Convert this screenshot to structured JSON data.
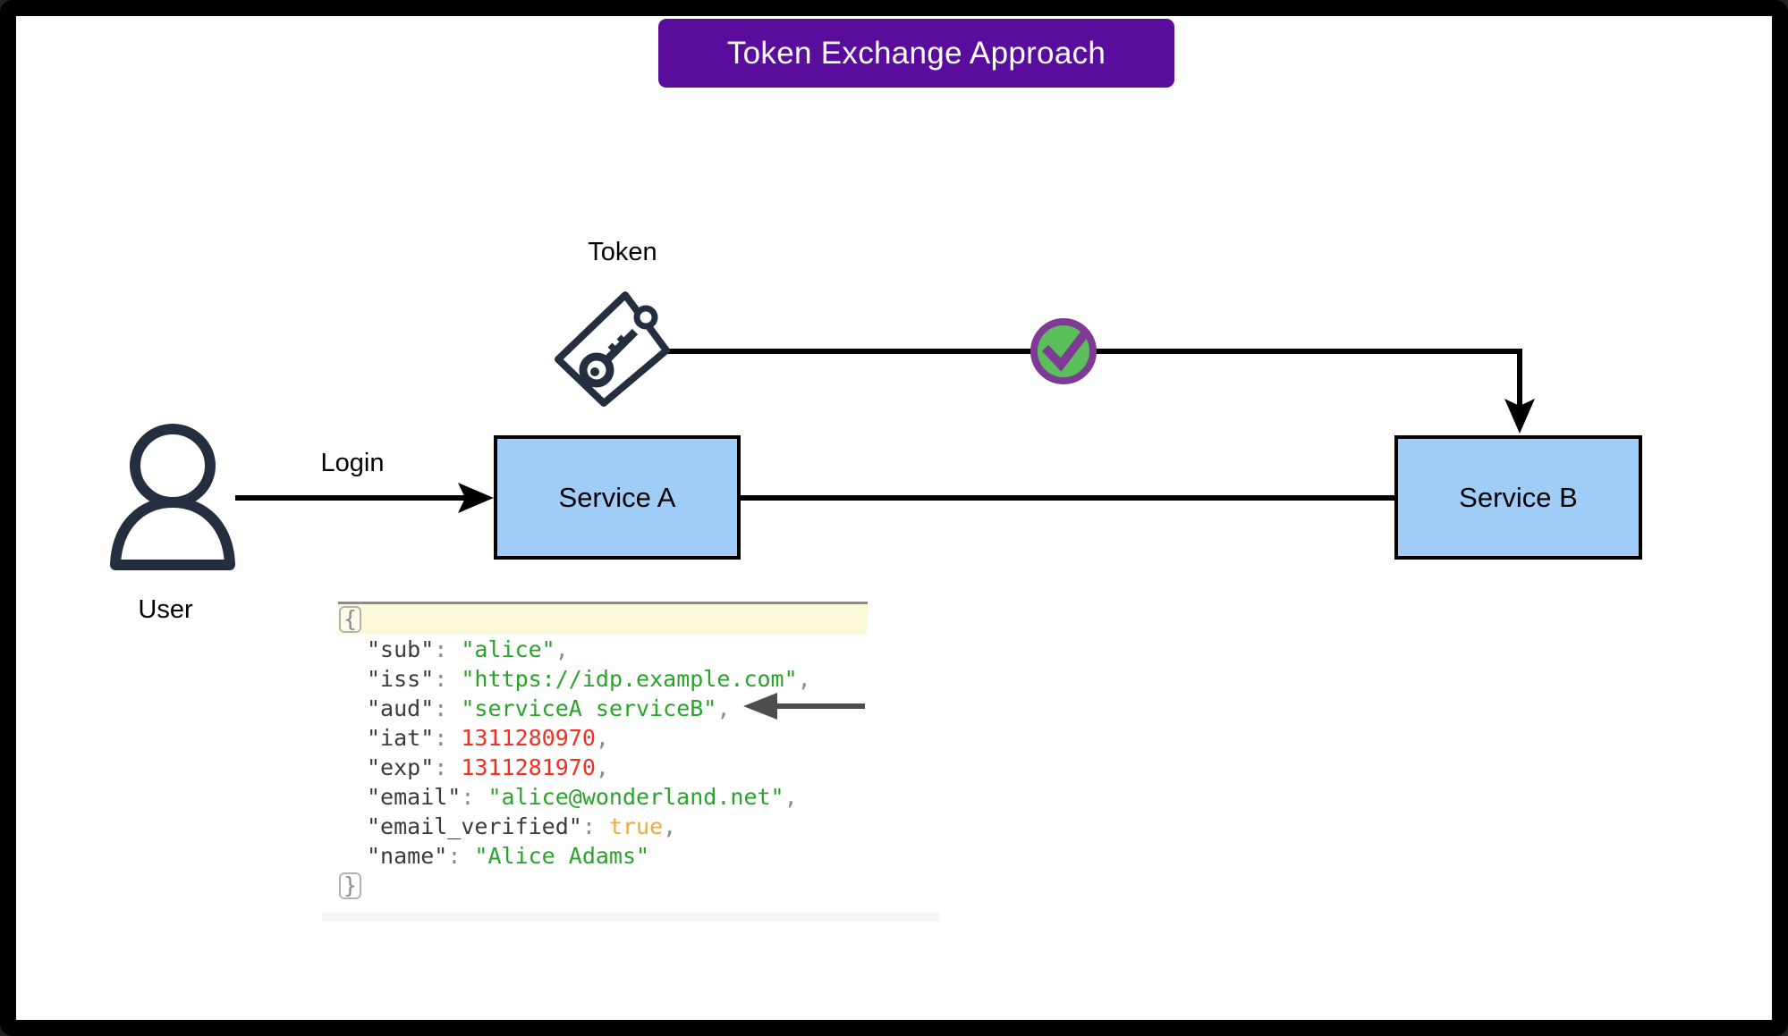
{
  "title": {
    "text": "Token Exchange Approach"
  },
  "nodes": {
    "user": {
      "label": "User"
    },
    "service_a": {
      "label": "Service A"
    },
    "service_b": {
      "label": "Service B"
    }
  },
  "edges": {
    "login_label": "Login",
    "token_label": "Token"
  },
  "colors": {
    "banner_purple": "#5a0d9c",
    "service_blue": "#9fcdf8",
    "icon_dark": "#232f3e",
    "check_green": "#5bbf5c",
    "check_ring_purple": "#7e3b96",
    "code_string_green": "#29a329",
    "code_number_red": "#f03024",
    "code_bool_orange": "#f2a73d",
    "code_highlight_yellow": "#fcf9da"
  },
  "code": {
    "open_brace": "{",
    "close_brace": "}",
    "entries": [
      {
        "key": "\"sub\"",
        "colon": ": ",
        "value": "\"alice\"",
        "comma": ","
      },
      {
        "key": "\"iss\"",
        "colon": ": ",
        "value": "\"https://idp.example.com\"",
        "comma": ","
      },
      {
        "key": "\"aud\"",
        "colon": ": ",
        "value": "\"serviceA serviceB\"",
        "comma": ","
      },
      {
        "key": "\"iat\"",
        "colon": ": ",
        "value": "1311280970",
        "comma": ","
      },
      {
        "key": "\"exp\"",
        "colon": ": ",
        "value": "1311281970",
        "comma": ","
      },
      {
        "key": "\"email\"",
        "colon": ": ",
        "value": "\"alice@wonderland.net\"",
        "comma": ","
      },
      {
        "key": "\"email_verified\"",
        "colon": ": ",
        "value": "true",
        "comma": ","
      },
      {
        "key": "\"name\"",
        "colon": ": ",
        "value": "\"Alice Adams\"",
        "comma": ""
      }
    ]
  }
}
